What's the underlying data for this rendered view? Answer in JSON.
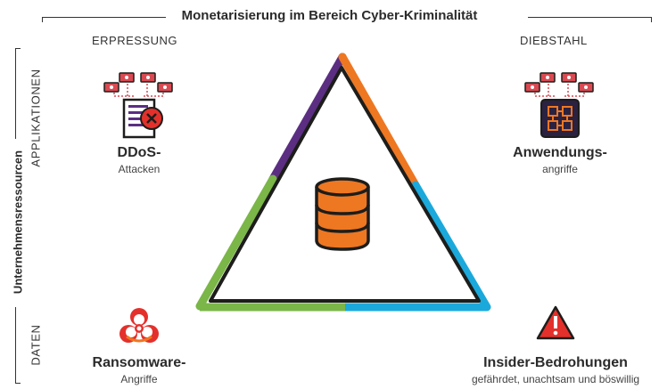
{
  "header": {
    "title": "Monetarisierung im Bereich Cyber-Kriminalität"
  },
  "columns": {
    "left": "ERPRESSUNG",
    "right": "DIEBSTAHL"
  },
  "rows": {
    "top": "APPLIKATIONEN",
    "bottom": "DATEN",
    "axis": "Unternehmensressourcen"
  },
  "quadrants": {
    "top_left": {
      "title": "DDoS-",
      "subtitle": "Attacken",
      "icon": "ddos-server-icon"
    },
    "top_right": {
      "title": "Anwendungs-",
      "subtitle": "angriffe",
      "icon": "chip-attack-icon"
    },
    "bottom_left": {
      "title": "Ransomware-",
      "subtitle": "Angriffe",
      "icon": "biohazard-icon"
    },
    "bottom_right": {
      "title": "Insider-Bedrohungen",
      "subtitle": "gefährdet, unachtsam und böswillig",
      "icon": "warning-icon"
    }
  },
  "center": {
    "icon": "database-icon"
  },
  "colors": {
    "purple": "#5b2e82",
    "orange": "#ee7722",
    "green": "#7ab648",
    "blue": "#1ba9dc",
    "outline": "#1d1d1b",
    "red": "#e4302b",
    "monitor": "#d94a52"
  }
}
